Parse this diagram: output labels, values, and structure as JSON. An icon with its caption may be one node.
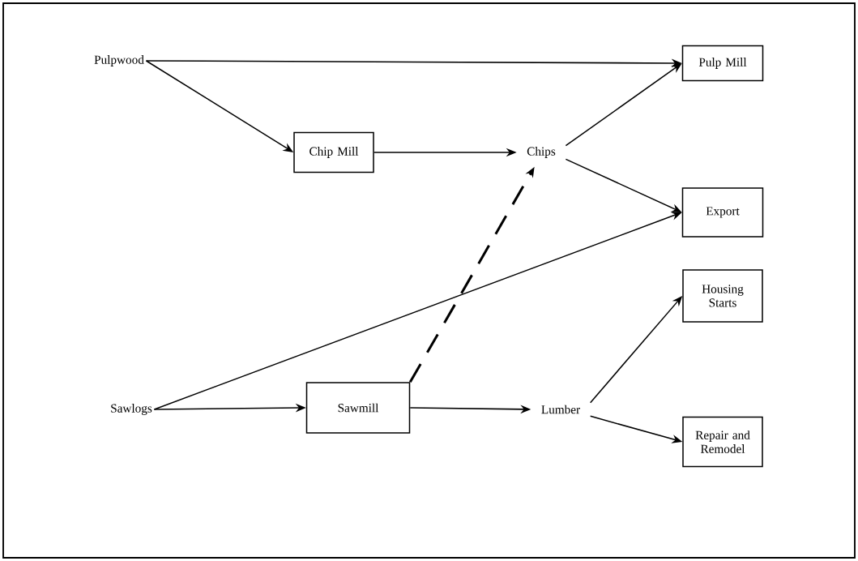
{
  "diagram": {
    "nodes": [
      {
        "text": [
          "Pulpwood"
        ]
      },
      {
        "text": [
          "Pulp Mill"
        ]
      },
      {
        "text": [
          "Chip Mill"
        ]
      },
      {
        "text": [
          "Chips"
        ]
      },
      {
        "text": [
          "Export"
        ]
      },
      {
        "text": [
          "Housing Starts"
        ]
      },
      {
        "text": [
          "Sawlogs"
        ]
      },
      {
        "text": [
          "Sawmill"
        ]
      },
      {
        "text": [
          "Lumber"
        ]
      },
      {
        "text": [
          "Repair and Remodel"
        ]
      }
    ],
    "edges": [
      {
        "from": 0,
        "to": 1,
        "arrow": "to"
      },
      {
        "from": 0,
        "to": 2,
        "arrow": "to"
      },
      {
        "from": 2,
        "to": 3,
        "arrow": "to"
      },
      {
        "from": 3,
        "to": 1,
        "arrow": "to"
      },
      {
        "from": 3,
        "to": 4,
        "arrow": "to"
      },
      {
        "from": 6,
        "to": 4,
        "arrow": "to"
      },
      {
        "from": 6,
        "to": 7,
        "arrow": "to"
      },
      {
        "from": 7,
        "to": 3,
        "arrow": "to",
        "style": "dashed"
      },
      {
        "from": 7,
        "to": 8,
        "arrow": "to"
      },
      {
        "from": 8,
        "to": 5,
        "arrow": "to"
      },
      {
        "from": 8,
        "to": 9,
        "arrow": "to"
      }
    ]
  }
}
